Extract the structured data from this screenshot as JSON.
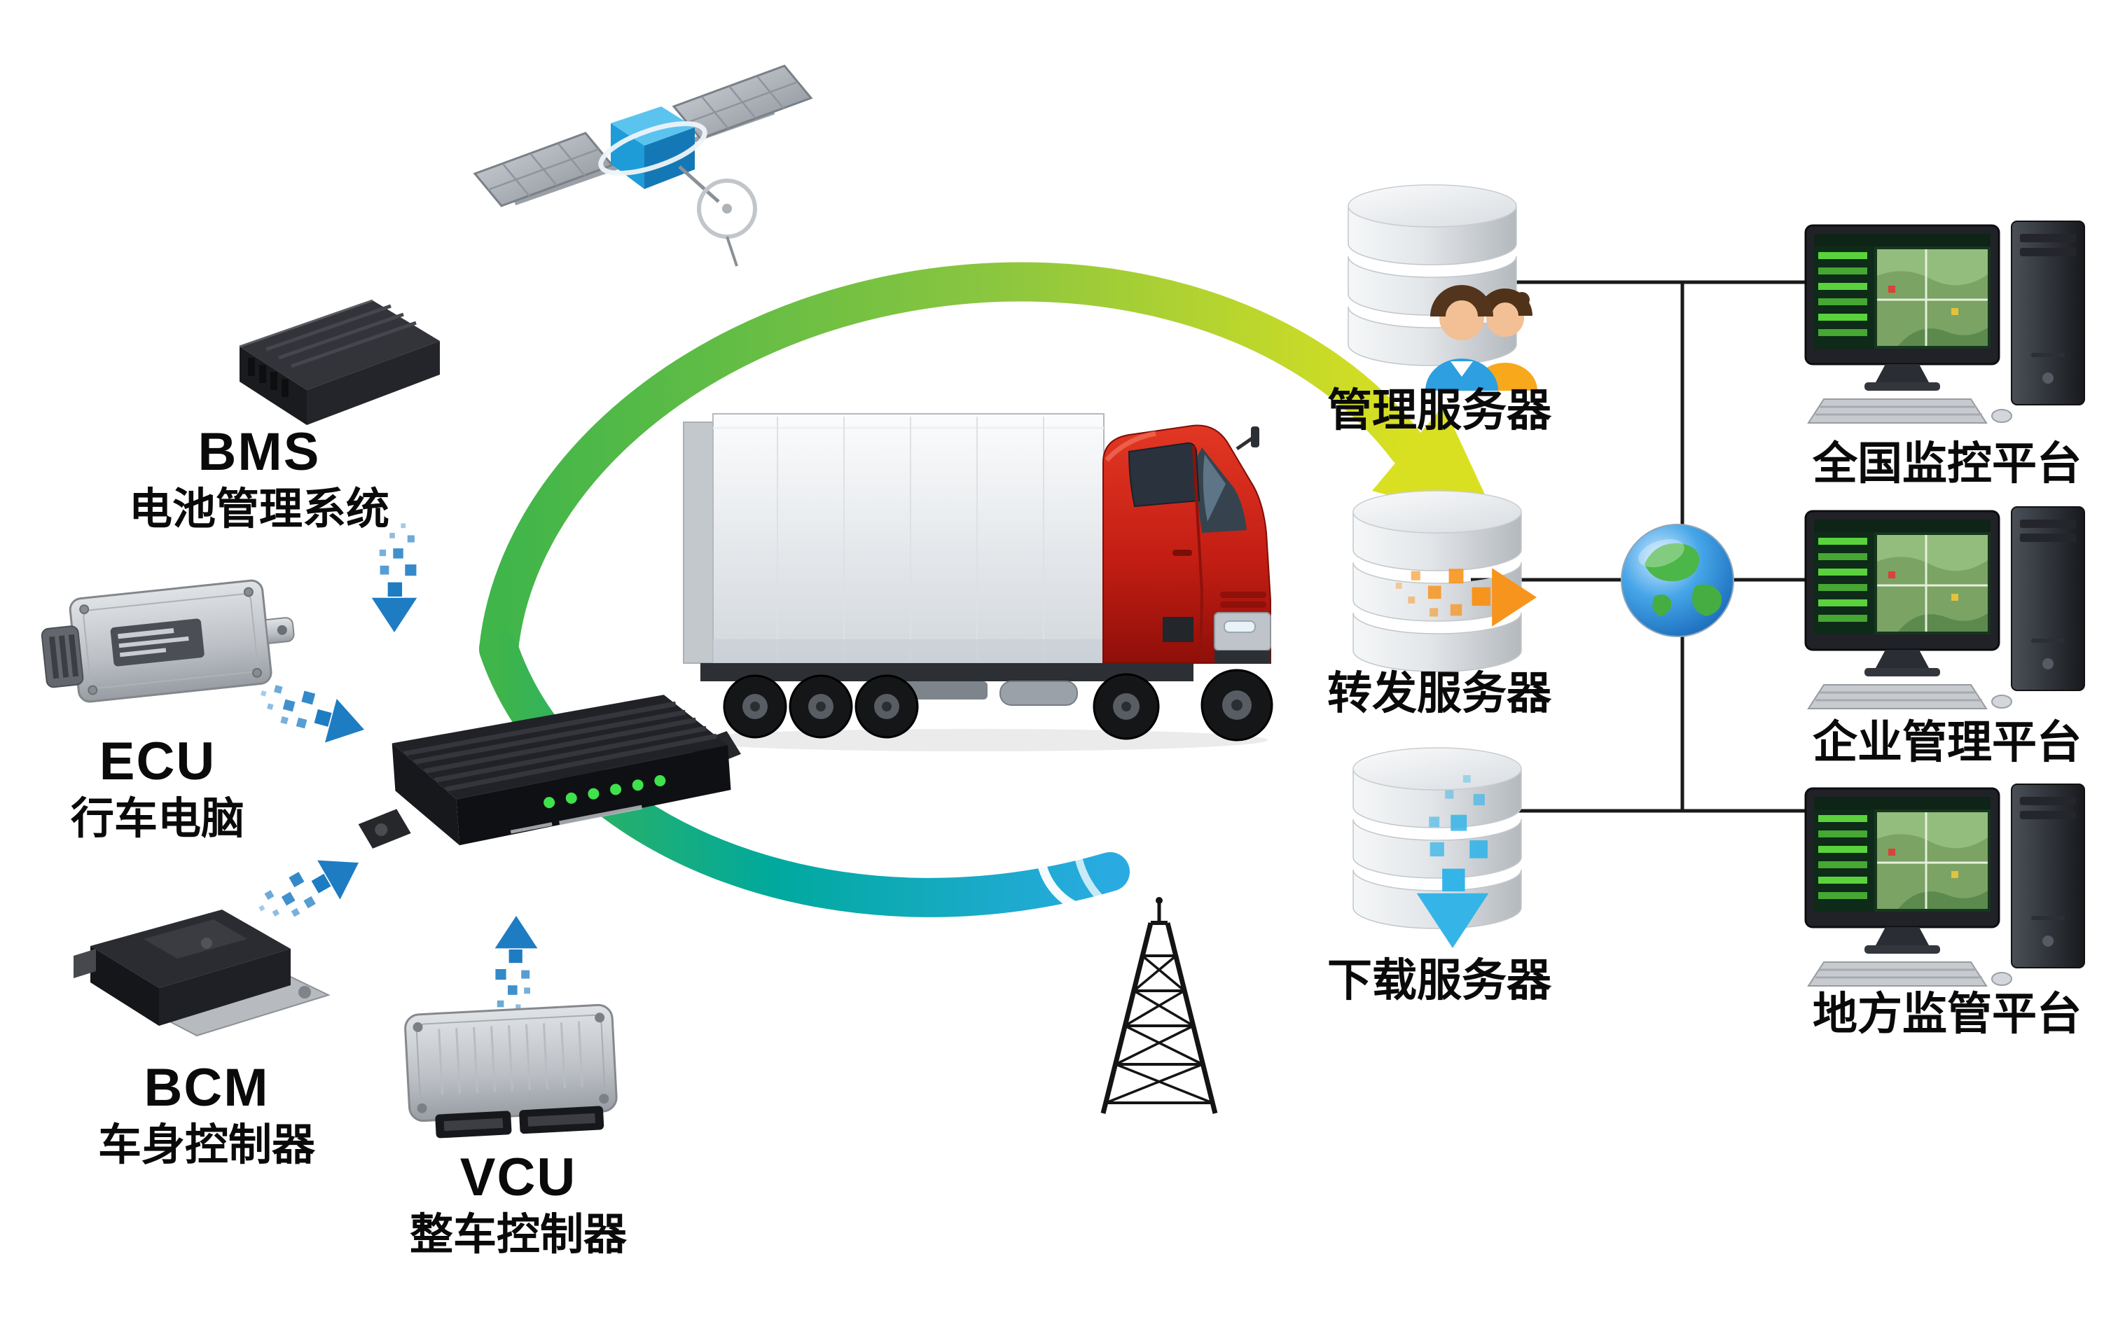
{
  "vehicle_modules": {
    "bms": {
      "abbr": "BMS",
      "name": "电池管理系统"
    },
    "ecu": {
      "abbr": "ECU",
      "name": "行车电脑"
    },
    "bcm": {
      "abbr": "BCM",
      "name": "车身控制器"
    },
    "vcu": {
      "abbr": "VCU",
      "name": "整车控制器"
    }
  },
  "servers": {
    "management": {
      "label": "管理服务器"
    },
    "forwarding": {
      "label": "转发服务器"
    },
    "download": {
      "label": "下载服务器"
    }
  },
  "platforms": {
    "national": {
      "label": "全国监控平台"
    },
    "enterprise": {
      "label": "企业管理平台"
    },
    "local": {
      "label": "地方监管平台"
    }
  },
  "icons": {
    "satellite": "satellite-icon",
    "truck": "truck-icon",
    "telematics_terminal": "telematics-terminal-icon",
    "radio_tower": "radio-tower-icon",
    "globe": "globe-icon",
    "database": "database-icon",
    "users": "users-icon",
    "workstation": "workstation-icon",
    "pixel_arrow": "data-arrow-icon"
  },
  "colors": {
    "swoosh_green": "#3fb54a",
    "swoosh_yellow": "#d9e021",
    "swoosh_teal": "#00a99d",
    "swoosh_blue": "#29abe2",
    "pixel_arrow_blue": "#1e7cc3",
    "pixel_arrow_orange": "#f7941d",
    "pixel_arrow_cyan": "#35b4e8",
    "truck_red": "#c41e14",
    "connector_line": "#1a1a1a",
    "led_green": "#3fe14c",
    "person_blue": "#2e9fe0",
    "person_orange": "#f7a81b"
  }
}
